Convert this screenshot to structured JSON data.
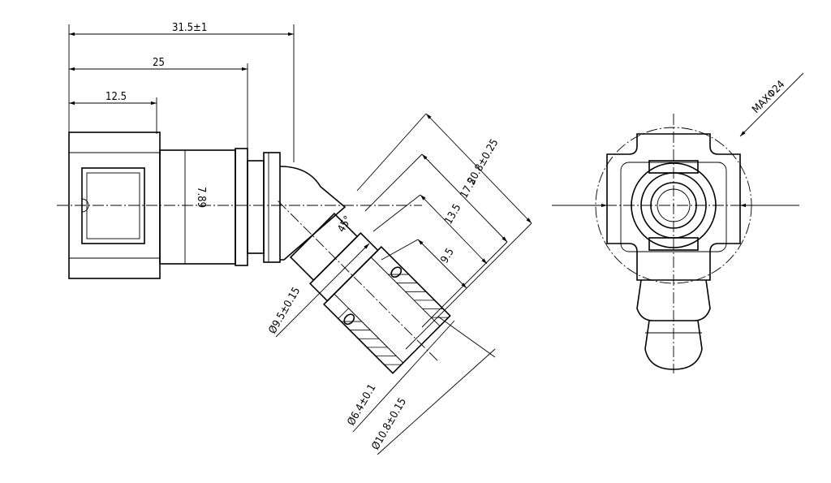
{
  "dimensions": {
    "overall_length": "31.5±1",
    "length_25": "25",
    "length_12_5": "12.5",
    "body_marking": "7.89",
    "angled_20_8": "20.8±0.25",
    "angled_17_5": "17.5",
    "angled_13_5": "13.5",
    "angled_9_5": "9.5",
    "angle": "45°",
    "dia_9_5": "Ø9.5±0.15",
    "dia_6_4": "Ø6.4±0.1",
    "dia_10_8": "Ø10.8±0.15",
    "max_dia": "MAXΦ24"
  }
}
